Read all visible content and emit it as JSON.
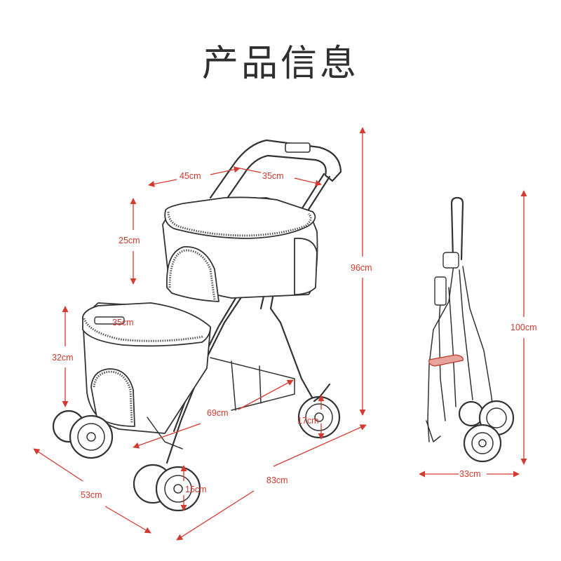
{
  "title": "产品信息",
  "dimensions": {
    "bag_length": "45cm",
    "bag_width": "35cm",
    "bag_height": "25cm",
    "seat_width": "35cm",
    "seat_height": "32cm",
    "base_length": "69cm",
    "rear_wheel": "17cm",
    "front_wheel": "15cm",
    "total_height": "96cm",
    "total_width": "53cm",
    "total_length": "83cm",
    "folded_height": "100cm",
    "folded_width": "33cm"
  },
  "colors": {
    "dimension": "#d43a2e",
    "line": "#333333",
    "latch": "#c0392b"
  }
}
